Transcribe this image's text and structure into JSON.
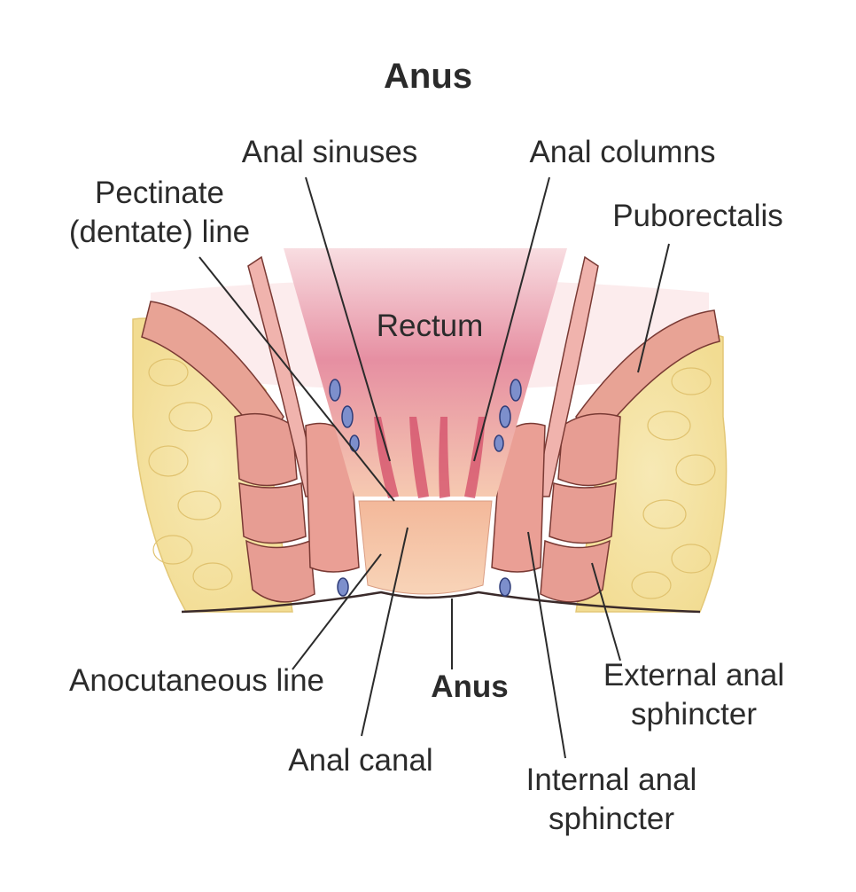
{
  "title": "Anus",
  "labels": {
    "anal_sinuses": "Anal sinuses",
    "anal_columns": "Anal columns",
    "pectinate_line": [
      "Pectinate",
      "(dentate) line"
    ],
    "puborectalis": "Puborectalis",
    "rectum": "Rectum",
    "anocutaneous_line": "Anocutaneous line",
    "anus": "Anus",
    "external_anal_sphincter": [
      "External anal",
      "sphincter"
    ],
    "anal_canal": "Anal canal",
    "internal_anal_sphincter": [
      "Internal anal",
      "sphincter"
    ]
  },
  "colors": {
    "fat": "#f5e3a6",
    "muscle": "#e79d93",
    "muscle_outline": "#7a3a34",
    "rectum_inner": "#d7506d",
    "canal_skin": "#f6c6a2",
    "vein": "#5a6fb4",
    "leader_line": "#2b2b2b"
  }
}
